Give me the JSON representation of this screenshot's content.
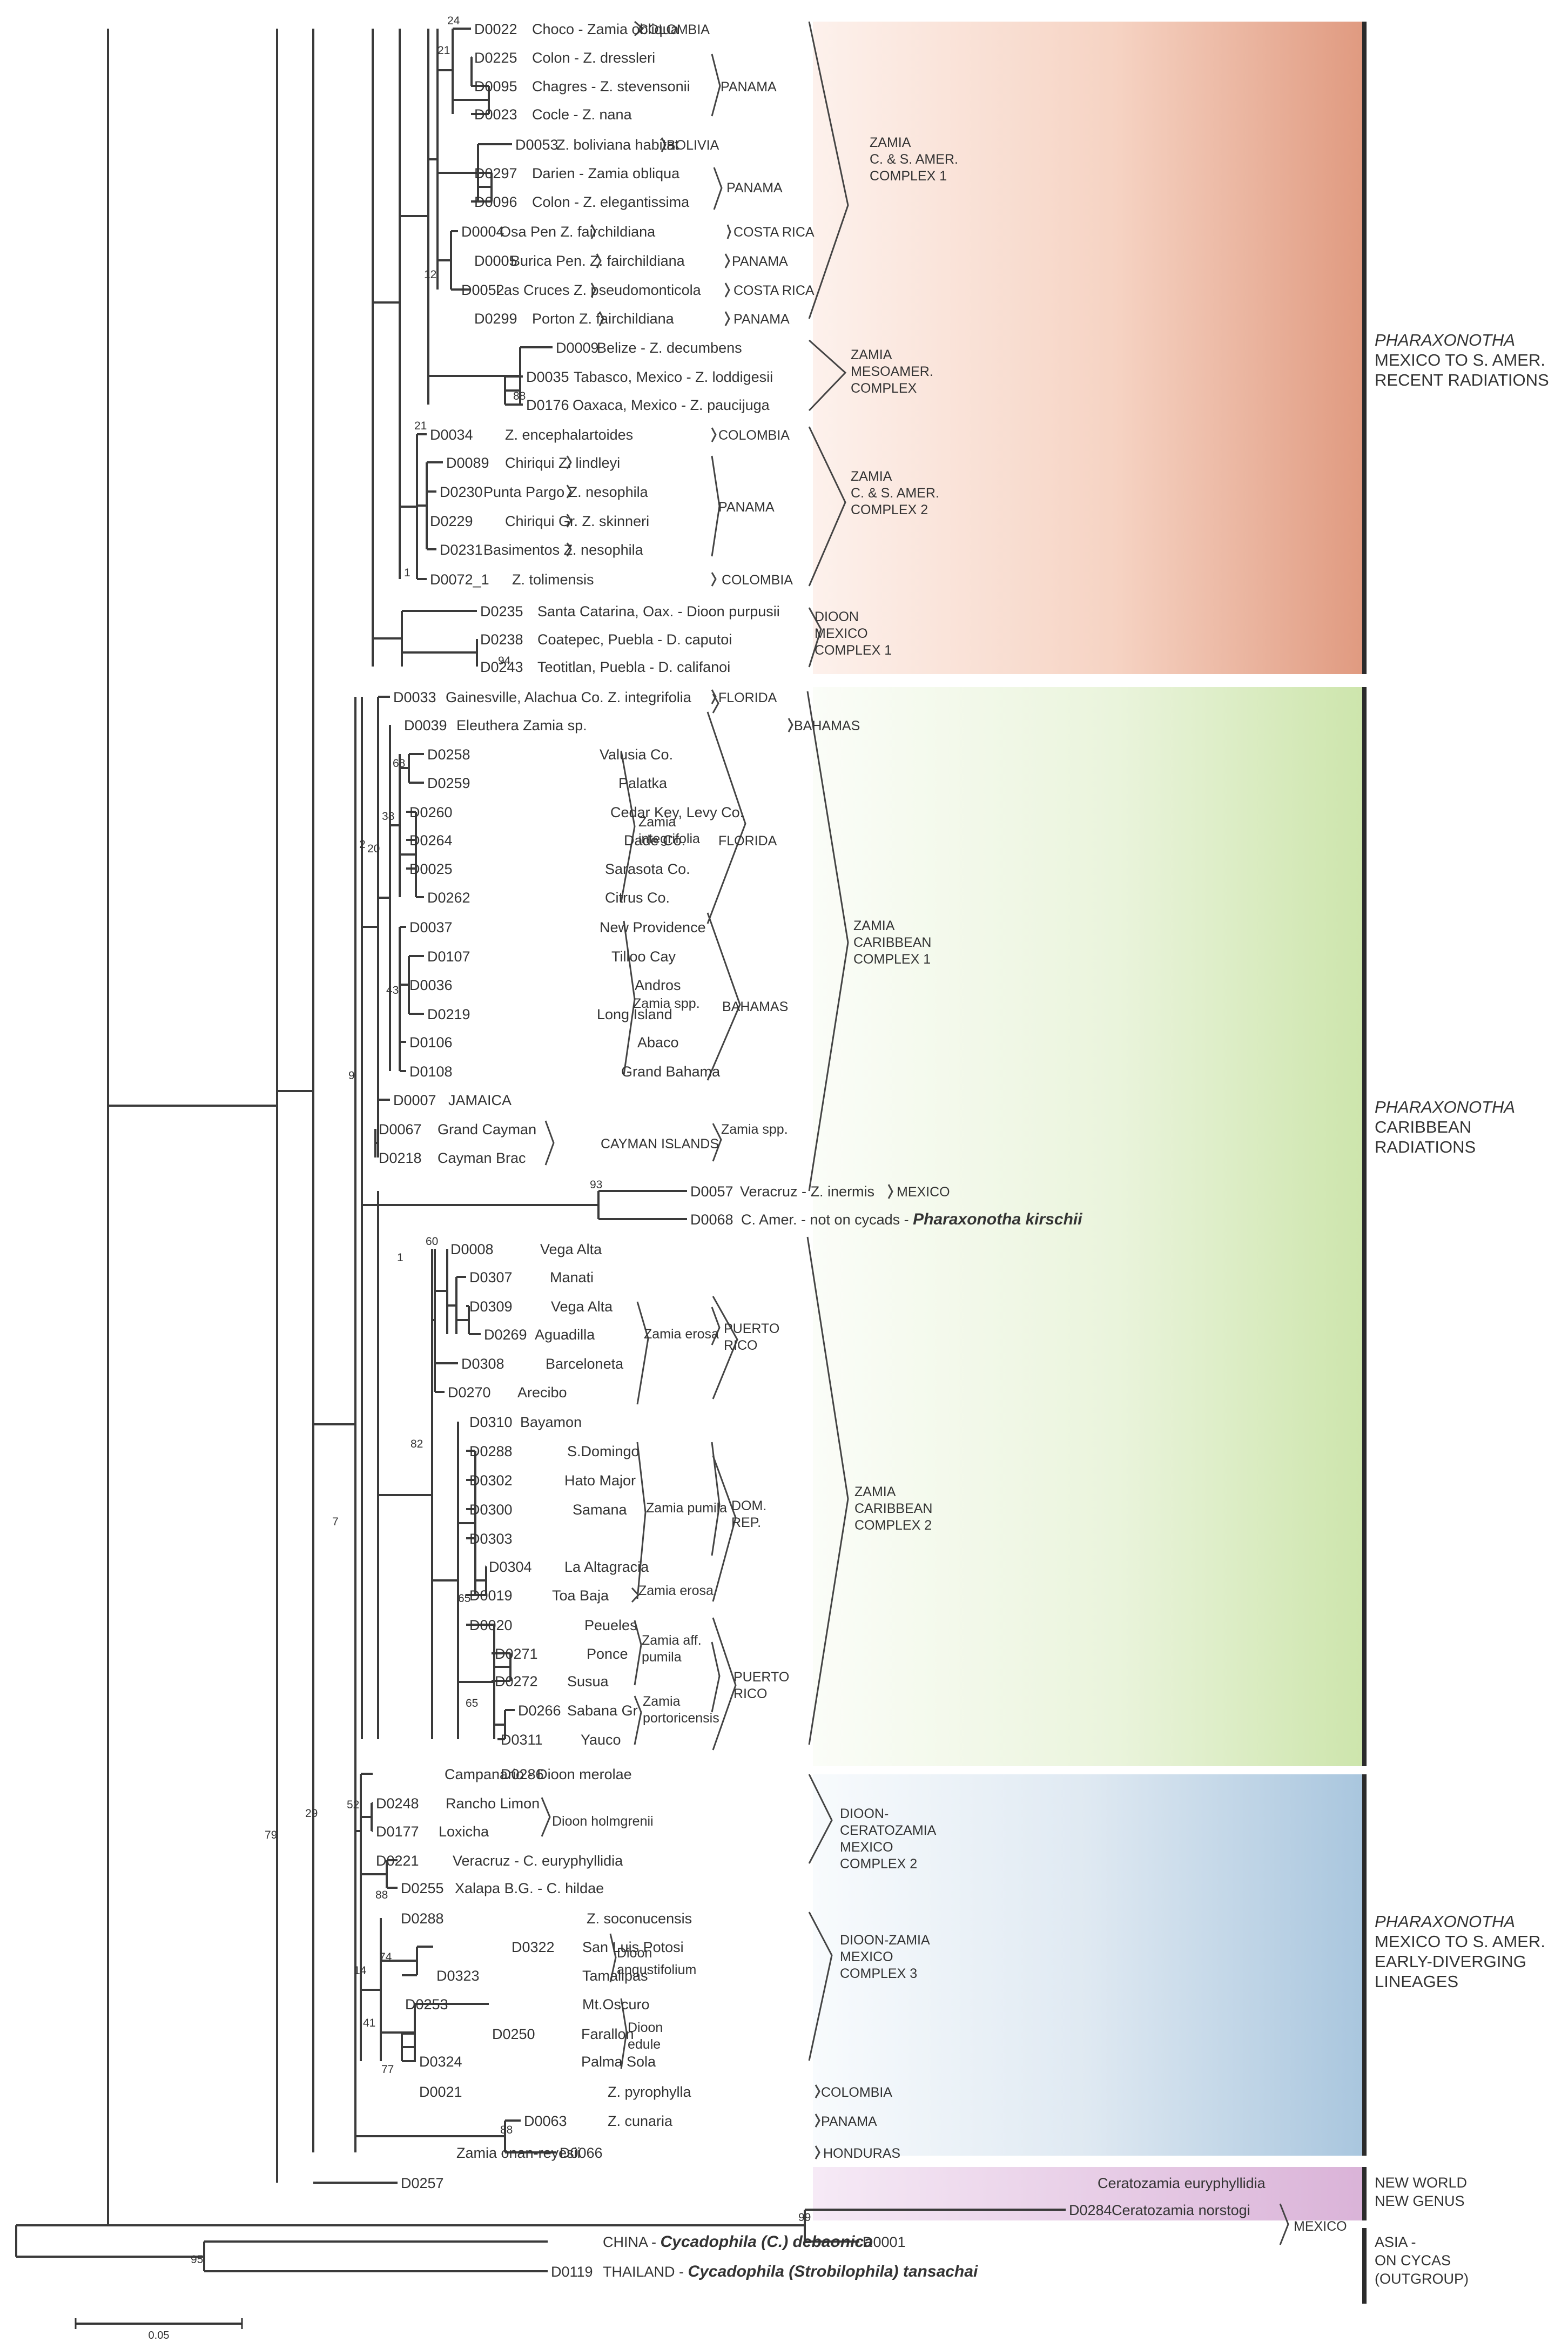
{
  "scale_bar": {
    "label": "0.05"
  },
  "groups": [
    {
      "id": "recent",
      "title": "PHARAXONOTHA",
      "lines": [
        "MEXICO TO S. AMER.",
        "RECENT RADIATIONS"
      ],
      "color": "#d8826a"
    },
    {
      "id": "caribbean",
      "title": "PHARAXONOTHA",
      "lines": [
        "CARIBBEAN",
        "RADIATIONS"
      ],
      "color": "#b7d98a"
    },
    {
      "id": "early",
      "title": "PHARAXONOTHA",
      "lines": [
        "MEXICO TO S. AMER.",
        "EARLY-DIVERGING",
        "LINEAGES"
      ],
      "color": "#8fb4d4"
    },
    {
      "id": "newworld",
      "title": "",
      "lines": [
        "NEW WORLD",
        "NEW GENUS"
      ],
      "color": "#caa0c8"
    },
    {
      "id": "asia",
      "title": "",
      "lines": [
        "ASIA -",
        "ON CYCAS",
        "(OUTGROUP)"
      ],
      "color": "#ffffff"
    }
  ],
  "leaves": [
    {
      "id": "D0022",
      "label": "Choco - Zamia obliqua"
    },
    {
      "id": "D0225",
      "label": "Colon - Z. dressleri"
    },
    {
      "id": "D0095",
      "label": "Chagres - Z. stevensonii"
    },
    {
      "id": "D0023",
      "label": "Cocle - Z. nana"
    },
    {
      "id": "D0053",
      "label": "Z. boliviana habitat"
    },
    {
      "id": "D0297",
      "label": "Darien - Zamia obliqua"
    },
    {
      "id": "D0096",
      "label": "Colon - Z. elegantissima"
    },
    {
      "id": "D0004",
      "label": "Osa Pen    Z. fairchildiana"
    },
    {
      "id": "D0005",
      "label": "Burica Pen.  Z. fairchildiana"
    },
    {
      "id": "D0052",
      "label": "Las Cruces  Z. pseudomonticola"
    },
    {
      "id": "D0299",
      "label": "Porton    Z. fairchildiana"
    },
    {
      "id": "D0009",
      "label": "Belize - Z. decumbens"
    },
    {
      "id": "D0035",
      "label": "Tabasco, Mexico - Z. loddigesii"
    },
    {
      "id": "D0176",
      "label": "Oaxaca, Mexico - Z. paucijuga"
    },
    {
      "id": "D0034",
      "label": "Z. encephalartoides"
    },
    {
      "id": "D0089",
      "label": "Chiriqui      Z. lindleyi"
    },
    {
      "id": "D0230",
      "label": "Punta Pargo  Z. nesophila"
    },
    {
      "id": "D0229",
      "label": "Chiriqui Gr.   Z. skinneri"
    },
    {
      "id": "D0231",
      "label": "Basimentos  Z. nesophila"
    },
    {
      "id": "D0072_1",
      "label": "Z. tolimensis"
    },
    {
      "id": "D0235",
      "label": "Santa Catarina, Oax. - Dioon purpusii"
    },
    {
      "id": "D0238",
      "label": "Coatepec, Puebla - D. caputoi"
    },
    {
      "id": "D0243",
      "label": "Teotitlan, Puebla - D. califanoi"
    },
    {
      "id": "D0033",
      "label": "Gainesville, Alachua Co.  Z. integrifolia"
    },
    {
      "id": "D0039",
      "label": "Eleuthera        Zamia sp."
    },
    {
      "id": "D0258",
      "label": "Valusia Co."
    },
    {
      "id": "D0259",
      "label": "Palatka"
    },
    {
      "id": "D0260",
      "label": "Cedar Key, Levy Co."
    },
    {
      "id": "D0264",
      "label": "Dade Co."
    },
    {
      "id": "D0025",
      "label": "Sarasota Co."
    },
    {
      "id": "D0262",
      "label": "Citrus Co."
    },
    {
      "id": "D0037",
      "label": "New Providence"
    },
    {
      "id": "D0107",
      "label": "Tilloo Cay"
    },
    {
      "id": "D0036",
      "label": "Andros"
    },
    {
      "id": "D0219",
      "label": "Long Island"
    },
    {
      "id": "D0106",
      "label": "Abaco"
    },
    {
      "id": "D0108",
      "label": "Grand Bahama"
    },
    {
      "id": "D0007",
      "label": "JAMAICA"
    },
    {
      "id": "D0067",
      "label": "Grand Cayman"
    },
    {
      "id": "D0218",
      "label": "Cayman Brac"
    },
    {
      "id": "D0057",
      "label": "Veracruz - Z. inermis"
    },
    {
      "id": "D0068",
      "label": "C. Amer. - not on cycads - ",
      "bold": "Pharaxonotha kirschii"
    },
    {
      "id": "D0008",
      "label": "Vega Alta"
    },
    {
      "id": "D0307",
      "label": "Manati"
    },
    {
      "id": "D0309",
      "label": "Vega Alta"
    },
    {
      "id": "D0269",
      "label": "Aguadilla"
    },
    {
      "id": "D0308",
      "label": "Barceloneta"
    },
    {
      "id": "D0270",
      "label": "Arecibo"
    },
    {
      "id": "D0310",
      "label": "Bayamon"
    },
    {
      "id": "D0288",
      "label": "S.Domingo"
    },
    {
      "id": "D0302",
      "label": "Hato Major"
    },
    {
      "id": "D0300",
      "label": "Samana"
    },
    {
      "id": "D0303",
      "label": ""
    },
    {
      "id": "D0304",
      "label": "La Altagracia"
    },
    {
      "id": "D0019",
      "label": "Toa Baja"
    },
    {
      "id": "D0020",
      "label": "Peueles"
    },
    {
      "id": "D0271",
      "label": "Ponce"
    },
    {
      "id": "D0272",
      "label": "Susua"
    },
    {
      "id": "D0266",
      "label": "Sabana Gr"
    },
    {
      "id": "D0311",
      "label": "Yauco"
    },
    {
      "id": "D0286",
      "label": "Campanario - Dioon merolae"
    },
    {
      "id": "D0248",
      "label": "Rancho Limon"
    },
    {
      "id": "D0177",
      "label": "Loxicha"
    },
    {
      "id": "D0221",
      "label": "Veracruz - C. euryphyllidia"
    },
    {
      "id": "D0255",
      "label": "Xalapa B.G. - C. hildae"
    },
    {
      "id": "D0288b",
      "label": "Z. soconucensis",
      "shown_id": "D0288"
    },
    {
      "id": "D0322",
      "label": "San Luis Potosi"
    },
    {
      "id": "D0323",
      "label": "Tamalipas"
    },
    {
      "id": "D0253",
      "label": "Mt.Oscuro"
    },
    {
      "id": "D0250",
      "label": "Farallon"
    },
    {
      "id": "D0324",
      "label": "Palma Sola"
    },
    {
      "id": "D0021",
      "label": "Z. pyrophylla"
    },
    {
      "id": "D0063",
      "label": "Z. cunaria"
    },
    {
      "id": "D0066",
      "label": "Zamia onan-reyesii"
    },
    {
      "id": "D0257",
      "label": "Ceratozamia euryphyllidia"
    },
    {
      "id": "D0284",
      "label": "Ceratozamia norstogi"
    },
    {
      "id": "D0001",
      "label": "CHINA - ",
      "bold": "Cycadophila (C.) debaonica"
    },
    {
      "id": "D0119",
      "label": "THAILAND - ",
      "bold": "Cycadophila (Strobilophila) tansachai"
    }
  ],
  "host_labels": [
    {
      "text": "Zamia\nintegrifolia"
    },
    {
      "text": "Zamia spp."
    },
    {
      "text": "Zamia erosa"
    },
    {
      "text": "Zamia pumila"
    },
    {
      "text": "Zamia erosa"
    },
    {
      "text": "Zamia aff.\npumila"
    },
    {
      "text": "Zamia\nportoricensis"
    },
    {
      "text": "Dioon holmgrenii"
    },
    {
      "text": "Dioon\nangustifolium"
    },
    {
      "text": "Dioon\nedule"
    },
    {
      "text": "Zamia spp."
    }
  ],
  "regions": [
    {
      "text": "COLOMBIA"
    },
    {
      "text": "PANAMA"
    },
    {
      "text": "BOLIVIA"
    },
    {
      "text": "PANAMA"
    },
    {
      "text": "COSTA RICA"
    },
    {
      "text": "PANAMA"
    },
    {
      "text": "COSTA RICA"
    },
    {
      "text": "PANAMA"
    },
    {
      "text": "COLOMBIA"
    },
    {
      "text": "PANAMA"
    },
    {
      "text": "COLOMBIA"
    },
    {
      "text": "FLORIDA"
    },
    {
      "text": "BAHAMAS"
    },
    {
      "text": "FLORIDA"
    },
    {
      "text": "BAHAMAS"
    },
    {
      "text": "CAYMAN ISLANDS"
    },
    {
      "text": "MEXICO"
    },
    {
      "text": "PUERTO\nRICO"
    },
    {
      "text": "DOM.\nREP."
    },
    {
      "text": "PUERTO\nRICO"
    },
    {
      "text": "COLOMBIA"
    },
    {
      "text": "PANAMA"
    },
    {
      "text": "HONDURAS"
    },
    {
      "text": "MEXICO"
    }
  ],
  "complexes": [
    {
      "text": "ZAMIA\nC. & S. AMER.\nCOMPLEX 1"
    },
    {
      "text": "ZAMIA\nMESOAMER.\nCOMPLEX"
    },
    {
      "text": "ZAMIA\nC. & S. AMER.\nCOMPLEX 2"
    },
    {
      "text": "DIOON\nMEXICO\nCOMPLEX 1"
    },
    {
      "text": "ZAMIA\nCARIBBEAN\nCOMPLEX 1"
    },
    {
      "text": "ZAMIA\nCARIBBEAN\nCOMPLEX 2"
    },
    {
      "text": "DIOON-\nCERATOZAMIA\nMEXICO\nCOMPLEX 2"
    },
    {
      "text": "DIOON-ZAMIA\nMEXICO\nCOMPLEX 3"
    }
  ],
  "supports": [
    "24",
    "21",
    "12",
    "88",
    "21",
    "1",
    "94",
    "68",
    "38",
    "20",
    "2",
    "43",
    "9",
    "93",
    "60",
    "1",
    "82",
    "65",
    "65",
    "7",
    "52",
    "88",
    "74",
    "14",
    "41",
    "77",
    "88",
    "29",
    "79",
    "99",
    "95"
  ]
}
